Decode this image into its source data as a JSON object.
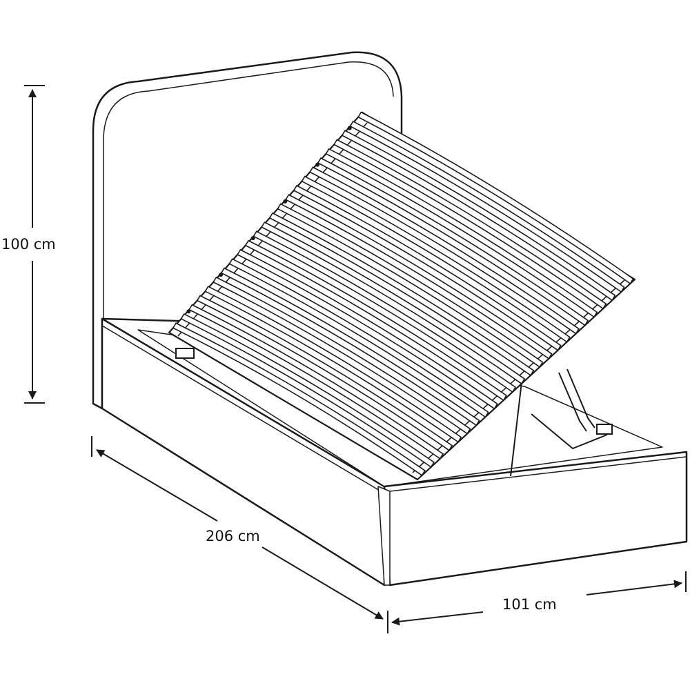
{
  "dimensions": {
    "height": "100 cm",
    "length": "206 cm",
    "width": "101 cm"
  },
  "colors": {
    "line": "#1a1a1a",
    "fill": "#ffffff"
  }
}
